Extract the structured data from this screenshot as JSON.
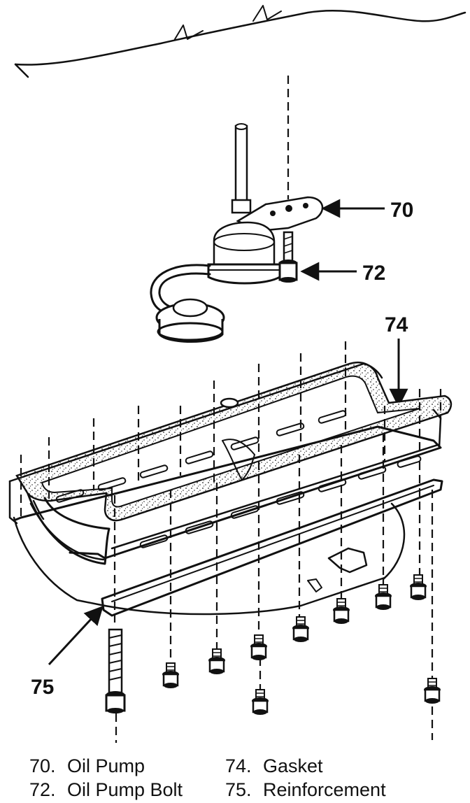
{
  "callouts": {
    "c70": "70",
    "c72": "72",
    "c74": "74",
    "c75": "75"
  },
  "legend": [
    {
      "num": "70.",
      "label": "Oil Pump"
    },
    {
      "num": "72.",
      "label": "Oil Pump Bolt"
    },
    {
      "num": "74.",
      "label": "Gasket"
    },
    {
      "num": "75.",
      "label": "Reinforcement"
    }
  ],
  "colors": {
    "ink": "#111111",
    "paper": "#ffffff"
  }
}
